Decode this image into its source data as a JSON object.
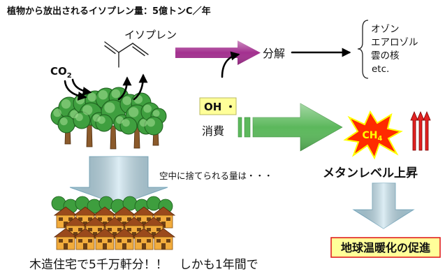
{
  "title": "植物から放出されるイソプレン量：5億トンC／年",
  "isoprene": {
    "label": "イソプレン"
  },
  "decomposition": {
    "label": "分解",
    "products": [
      "オゾン",
      "エアロゾル",
      "雲の核",
      "etc."
    ]
  },
  "co2": {
    "formula": "CO",
    "subscript": "2"
  },
  "oh_radical": {
    "label": "OH ・"
  },
  "consumption": {
    "label": "消費"
  },
  "methane": {
    "formula": "CH",
    "subscript": "4",
    "rise_label": "メタンレベル上昇"
  },
  "emission": {
    "label": "空中に捨てられる量は・・・"
  },
  "houses": {
    "caption": "木造住宅で5千万軒分！！　しかも1年間で"
  },
  "result": {
    "label": "地球温暖化の促進"
  },
  "colors": {
    "decomposition_arrow": "#a3308f",
    "consumption_arrow": "#5cb85c",
    "flow_arrow": "#b4d9e8",
    "methane_burst": "#ff2a00",
    "methane_text": "#ffff00",
    "rise_arrows": "#e32222",
    "highlight_box": "#ffff99",
    "result_border": "#e02020",
    "tree_green": "#3f9f3f",
    "house_wall": "#f2ac3c",
    "house_roof": "#9a4a1c"
  }
}
